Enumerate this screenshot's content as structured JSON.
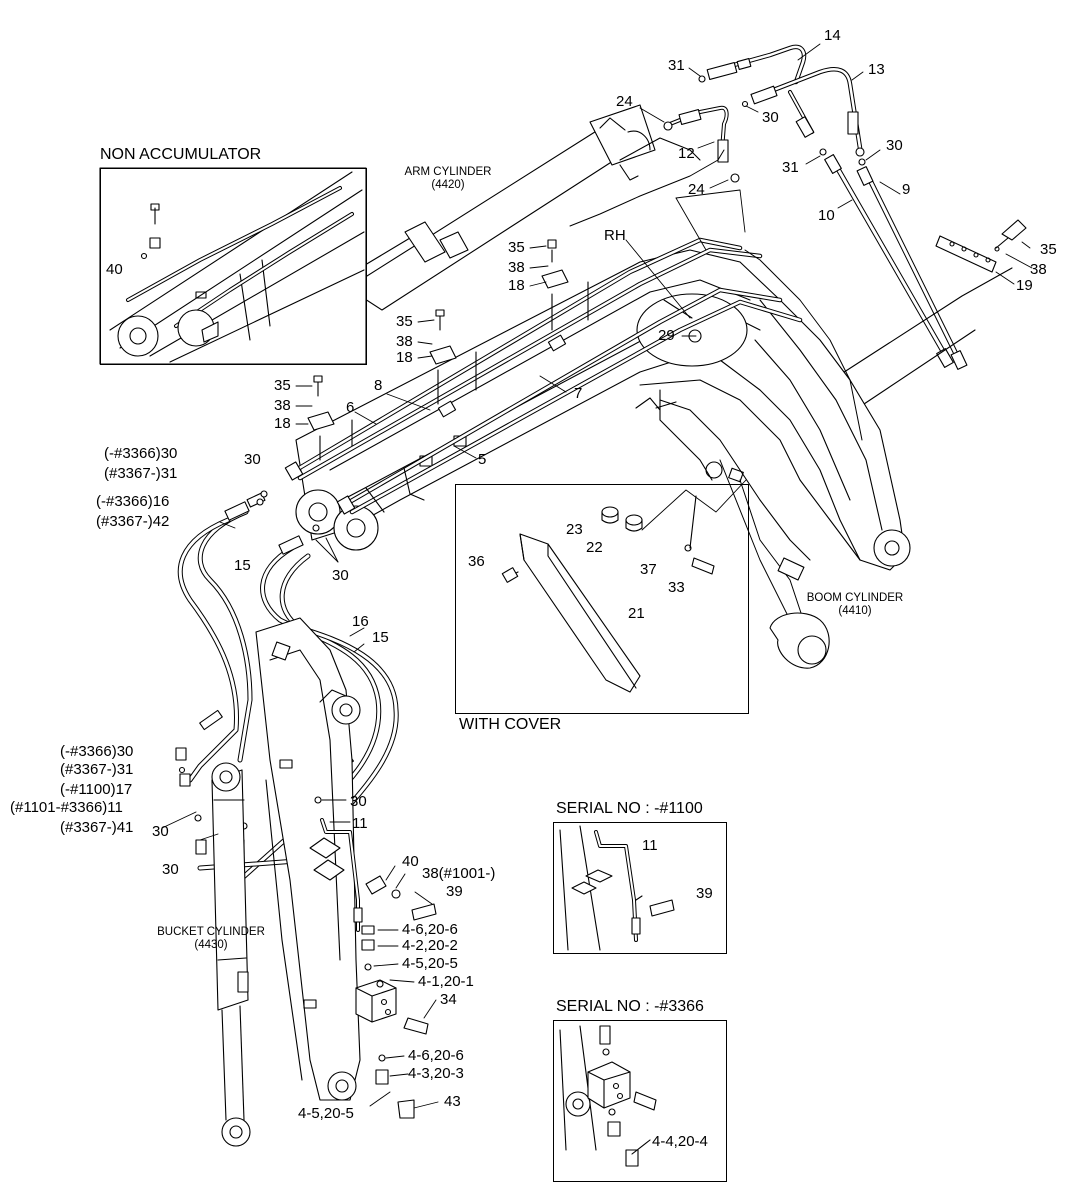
{
  "insets": {
    "non_accumulator": "NON ACCUMULATOR",
    "with_cover": "WITH COVER",
    "serial_1100": "SERIAL NO : -#1100",
    "serial_3366": "SERIAL NO : -#3366"
  },
  "components": {
    "arm_cylinder": "ARM CYLINDER",
    "arm_cylinder_code": "(4420)",
    "boom_cylinder": "BOOM CYLINDER",
    "boom_cylinder_code": "(4410)",
    "bucket_cylinder": "BUCKET CYLINDER",
    "bucket_cylinder_code": "(4430)",
    "rh": "RH"
  },
  "callouts": {
    "c14": "14",
    "c31a": "31",
    "c13": "13",
    "c24a": "24",
    "c30a": "30",
    "c12": "12",
    "c31b": "31",
    "c30b": "30",
    "c24b": "24",
    "c9": "9",
    "c10": "10",
    "c35a": "35",
    "c38a": "38",
    "c18a": "18",
    "c35b": "35",
    "c38b": "38",
    "c19": "19",
    "c29": "29",
    "c35c": "35",
    "c38c": "38",
    "c18b": "18",
    "c7": "7",
    "c35d": "35",
    "c38d": "38",
    "c18c": "18",
    "c8": "8",
    "c6": "6",
    "c5": "5",
    "c40a": "40",
    "c30_3366": "(-#3366)30",
    "c31_3367": "(#3367-)31",
    "c30c": "30",
    "c16_3366": "(-#3366)16",
    "c42_3367": "(#3367-)42",
    "c15a": "15",
    "c30d": "30",
    "c23": "23",
    "c22": "22",
    "c36": "36",
    "c37": "37",
    "c33": "33",
    "c21": "21",
    "c16": "16",
    "c15b": "15",
    "c30_3366b": "(-#3366)30",
    "c31_3367b": "(#3367-)31",
    "c17_1100": "(-#1100)17",
    "c11_1101": "(#1101-#3366)11",
    "c41_3367": "(#3367-)41",
    "c30e": "30",
    "c30f": "30",
    "c30g": "30",
    "c11a": "11",
    "c40b": "40",
    "c38_1001": "38(#1001-)",
    "c39a": "39",
    "c4_6a": "4-6,20-6",
    "c4_2": "4-2,20-2",
    "c4_5a": "4-5,20-5",
    "c4_1": "4-1,20-1",
    "c34": "34",
    "c4_6b": "4-6,20-6",
    "c4_3": "4-3,20-3",
    "c4_5b": "4-5,20-5",
    "c43": "43",
    "c11b": "11",
    "c39b": "39",
    "c4_4": "4-4,20-4"
  }
}
